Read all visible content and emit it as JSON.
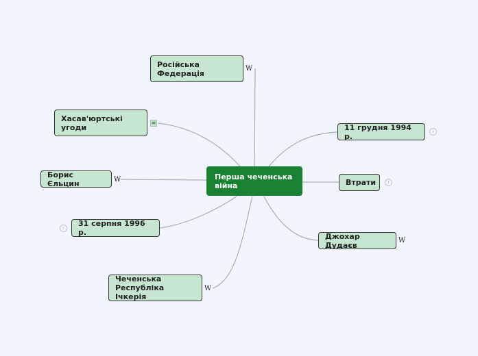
{
  "central_topic": "Перша чеченська війна",
  "topics": {
    "russia": "Російська Федерація",
    "khasavyurt": "Хасав'юртські угоди",
    "yeltsin": "Борис Єльцин",
    "aug31": "31 серпня 1996 р.",
    "ichkeria": "Чеченська Республіка Ічкерія",
    "dec11": "11 грудня 1994 р.",
    "losses": "Втрати",
    "dudayev": "Джохар Дудаєв"
  },
  "icons": {
    "wikipedia_glyph": "W",
    "notes_glyph": "≡",
    "info_glyph": "i"
  },
  "colors": {
    "background": "#f2f5fe",
    "central_fill": "#188232",
    "topic_fill": "#c7e6cf",
    "link": "#a8acb4"
  }
}
